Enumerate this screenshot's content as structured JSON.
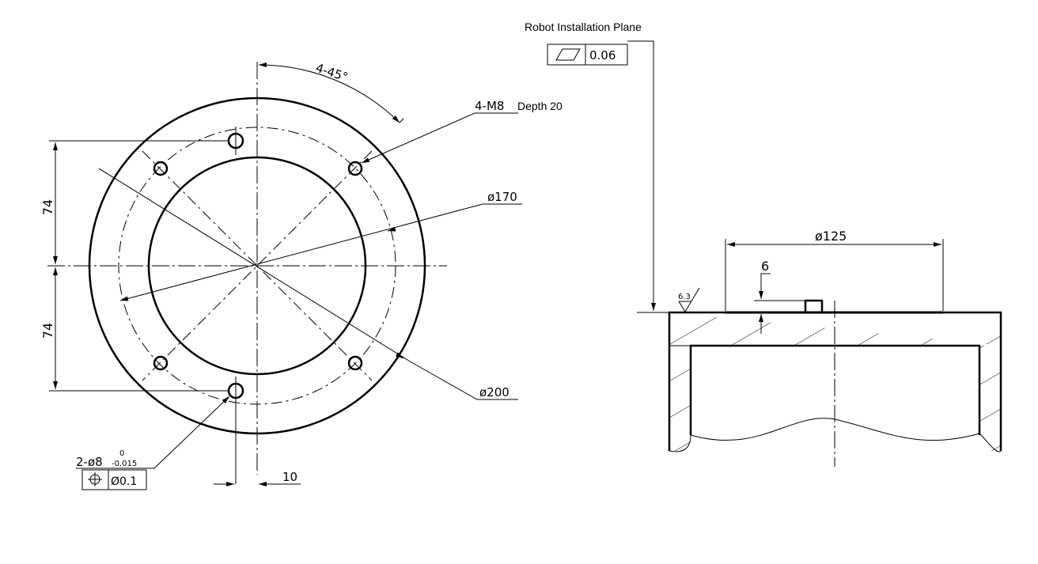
{
  "front_view": {
    "angle_label": "4-45°",
    "thread_label": "4-M8",
    "thread_depth": "Depth 20",
    "dia_bolt_circle": "ø170",
    "dia_outer": "ø200",
    "dim_upper": "74",
    "dim_lower": "74",
    "dim_offset": "10",
    "pin_label": "2-ø8",
    "pin_tol_upper": "0",
    "pin_tol_lower": "-0.015",
    "position_tol_symbol": "position-icon",
    "position_tol_value": "Ø0.1"
  },
  "section_view": {
    "plane_label": "Robot Installation Plane",
    "flatness_symbol": "flatness-icon",
    "flatness_value": "0.06",
    "dia_spigot": "ø125",
    "spigot_height": "6",
    "roughness": "6.3"
  }
}
